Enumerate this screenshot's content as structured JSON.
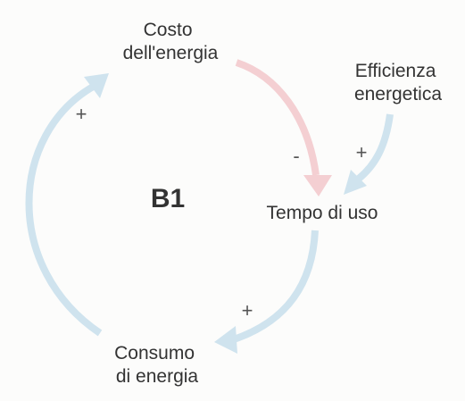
{
  "colors": {
    "positive_link": "#cfe3ee",
    "negative_link": "#f4cfd2",
    "text": "#333333",
    "background": "#fcfcfb"
  },
  "nodes": {
    "costo": [
      "Costo",
      "dell'energia"
    ],
    "efficienza": [
      "Efficienza",
      "energetica"
    ],
    "tempo": [
      "Tempo di uso"
    ],
    "consumo": [
      "Consumo",
      "di energia"
    ]
  },
  "loop": {
    "id": "B1"
  },
  "links": {
    "costo_to_tempo": {
      "sign": "-"
    },
    "efficienza_to_tempo": {
      "sign": "+"
    },
    "tempo_to_consumo": {
      "sign": "+"
    },
    "consumo_to_costo": {
      "sign": "+"
    }
  }
}
